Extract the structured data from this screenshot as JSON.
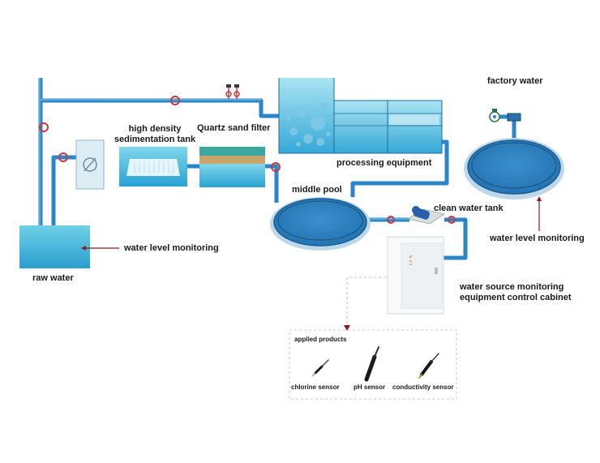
{
  "labels": {
    "factory_water": "factory water",
    "high_density_line1": "high density",
    "high_density_line2": "sedimentation tank",
    "quartz_sand_filter": "Quartz sand filter",
    "processing_equipment": "processing equipment",
    "middle_pool": "middle pool",
    "clean_water_tank": "clean water tank",
    "water_level_monitoring_right": "water level monitoring",
    "water_level_monitoring_left": "water level monitoring",
    "raw_water": "raw water",
    "cabinet_line1": "water source monitoring",
    "cabinet_line2": "equipment control cabinet",
    "applied_products": "applied products",
    "chlorine_sensor": "chlorine sensor",
    "ph_sensor": "pH sensor",
    "conductivity_sensor": "conductivity sensor"
  },
  "colors": {
    "pipe": "#2a86c8",
    "valve": "#c6393f",
    "water": "#2f9fd0",
    "pool_blue": "#2f88c8",
    "arrow_red": "#8b1a1a",
    "sand": "#c9a46a",
    "teal": "#3aa7a0"
  }
}
